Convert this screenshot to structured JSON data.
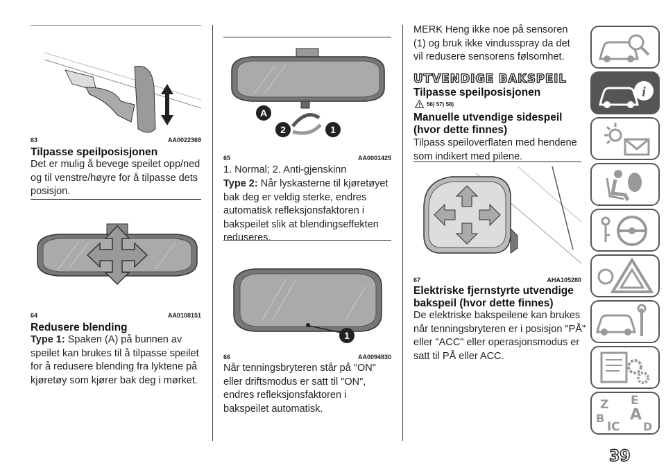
{
  "col1": {
    "fig63": {
      "num": "63",
      "code": "AA0022369"
    },
    "h_adjust": "Tilpasse speilposisjonen",
    "p_adjust": "Det er mulig å bevege speilet opp/ned og til venstre/høyre for å tilpasse dets posisjon.",
    "fig64": {
      "num": "64",
      "code": "AA0108151"
    },
    "h_glare": "Redusere blending",
    "p_type1_label": "Type 1:",
    "p_type1": "Spaken (A) på bunnen av speilet kan brukes til å tilpasse speilet for å redusere blending fra lyktene på kjøretøy som kjører bak deg i mørket."
  },
  "col2": {
    "fig65": {
      "num": "65",
      "code": "AA0001425",
      "label_a": "A",
      "label_1": "1",
      "label_2": "2"
    },
    "p_normal": "1. Normal; 2. Anti-gjenskinn",
    "p_type2_label": "Type 2:",
    "p_type2": "Når lyskasterne til kjøretøyet bak deg er veldig sterke, endres automatisk refleksjonsfaktoren i bakspeilet slik at blendingseffekten reduseres.",
    "fig66": {
      "num": "66",
      "code": "AA0094830",
      "label_1": "1"
    },
    "p_ignition": "Når tenningsbryteren står på \"ON\" eller driftsmodus er satt til \"ON\", endres refleksjonsfaktoren i bakspeilet automatisk."
  },
  "col3": {
    "p_note": "MERK Heng ikke noe på sensoren (1) og bruk ikke vindusspray da det vil redusere sensorens følsomhet.",
    "h_section": "UTVENDIGE BAKSPEIL",
    "h_adjust": "Tilpasse speilposisjonen",
    "warn_refs": "56) 57) 58)",
    "h_manual": "Manuelle utvendige sidespeil (hvor dette finnes)",
    "p_manual": "Tilpass speiloverflaten med hendene som indikert med pilene.",
    "fig67": {
      "num": "67",
      "code": "AHA105280"
    },
    "h_electric": "Elektriske fjernstyrte utvendige bakspeil (hvor dette finnes)",
    "p_electric": "De elektriske bakspeilene kan brukes når tenningsbryteren er i posisjon \"PÅ\" eller \"ACC\" eller operasjonsmodus er satt til PÅ eller ACC."
  },
  "sidebar": {
    "tabs": [
      {
        "icon": "car-search-icon"
      },
      {
        "icon": "car-info-icon",
        "active": true
      },
      {
        "icon": "warning-lights-envelope-icon"
      },
      {
        "icon": "seat-airbag-icon"
      },
      {
        "icon": "steering-wheel-key-icon"
      },
      {
        "icon": "warning-triangle-icon"
      },
      {
        "icon": "car-wrench-icon"
      },
      {
        "icon": "document-gears-icon"
      },
      {
        "icon": "alphabet-index-icon"
      }
    ],
    "alphabet": [
      "Z",
      "E",
      "A",
      "B",
      "C",
      "D",
      "I"
    ]
  },
  "page_number": "39",
  "colors": {
    "tab_border": "#555555",
    "tab_active_bg": "#555555",
    "text": "#1a1a1a"
  }
}
